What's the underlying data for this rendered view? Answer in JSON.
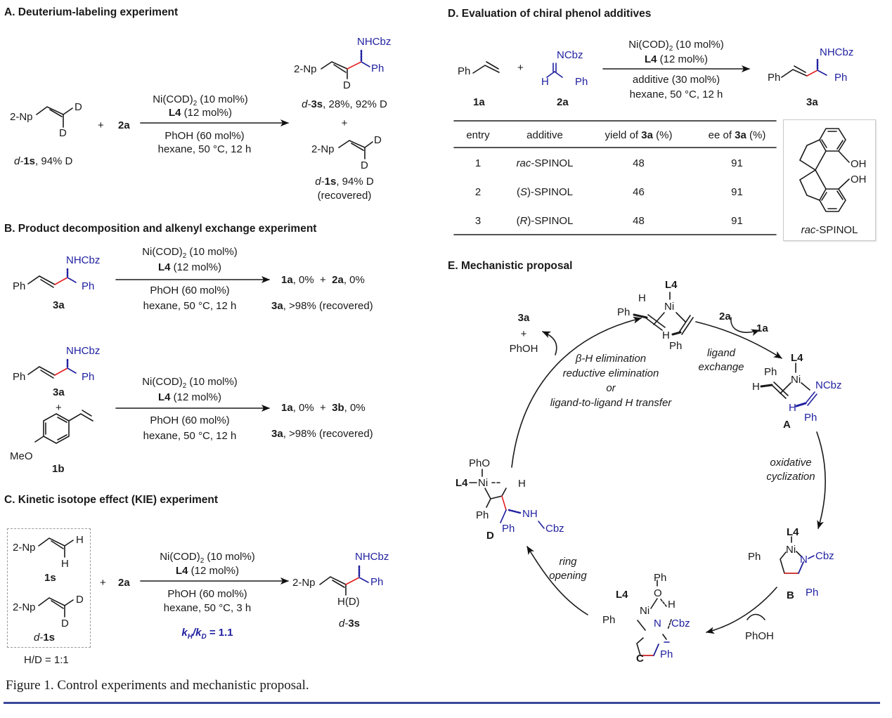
{
  "figure": {
    "caption_label": "Figure 1.",
    "caption_text": " Control experiments and mechanistic proposal.",
    "colors": {
      "new_bond": "#e52020",
      "imine_fragment": "#1f1fa0",
      "caption_rule": "#3a4a9a"
    }
  },
  "sectionA": {
    "title": "A. Deuterium-labeling experiment",
    "substrate": {
      "group": "2-Np",
      "label_d": "d-",
      "label": "1s",
      "note": ", 94% D",
      "D1": "D",
      "D2": "D"
    },
    "plus": "+",
    "reagent": "2a",
    "cond": {
      "line1": "Ni(COD)",
      "line1_sub": "2",
      "line1_tail": " (10 mol%)",
      "line2_b": "L4",
      "line2": " (12 mol%)",
      "line3": "PhOH (60 mol%)",
      "line4": "hexane, 50 °C, 12 h"
    },
    "product": {
      "group": "2-Np",
      "amine": "NHCbz",
      "ph": "Ph",
      "D": "D",
      "label_d": "d-",
      "label": "3s",
      "note": ", 28%, 92% D"
    },
    "plus2": "+",
    "recovered": {
      "group": "2-Np",
      "D1": "D",
      "D2": "D",
      "label_d": "d-",
      "label": "1s",
      "note": ", 94% D",
      "note2": "(recovered)"
    }
  },
  "sectionB": {
    "title": "B. Product decomposition and alkenyl exchange experiment",
    "rxn1": {
      "substrate": {
        "ph1": "Ph",
        "amine": "NHCbz",
        "ph2": "Ph",
        "label": "3a"
      },
      "cond": {
        "line1": "Ni(COD)",
        "line1_sub": "2",
        "line1_tail": " (10 mol%)",
        "line2_b": "L4",
        "line2": " (12 mol%)",
        "line3": "PhOH (60 mol%)",
        "line4": "hexane, 50 °C, 12 h"
      },
      "result1_a": "1a",
      "result1_a_val": ", 0%  +  ",
      "result1_b": "2a",
      "result1_b_val": ", 0%",
      "result2_a": "3a",
      "result2_val": ", >98% (recovered)"
    },
    "rxn2": {
      "substrate": {
        "ph1": "Ph",
        "amine": "NHCbz",
        "ph2": "Ph",
        "label": "3a"
      },
      "plus": "+",
      "styrene": {
        "meo": "MeO",
        "label": "1b"
      },
      "cond": {
        "line1": "Ni(COD)",
        "line1_sub": "2",
        "line1_tail": " (10 mol%)",
        "line2_b": "L4",
        "line2": " (12 mol%)",
        "line3": "PhOH (60 mol%)",
        "line4": "hexane, 50 °C, 12 h"
      },
      "result1_a": "1a",
      "result1_a_val": ", 0%  +  ",
      "result1_b": "3b",
      "result1_b_val": ", 0%",
      "result2_a": "3a",
      "result2_val": ", >98% (recovered)"
    }
  },
  "sectionC": {
    "title": "C. Kinetic isotope effect (KIE) experiment",
    "sub1": {
      "group": "2-Np",
      "H1": "H",
      "H2": "H",
      "label": "1s"
    },
    "sub2": {
      "group": "2-Np",
      "D1": "D",
      "D2": "D",
      "label_d": "d-",
      "label": "1s"
    },
    "ratio": "H/D = 1:1",
    "plus": "+",
    "reagent": "2a",
    "cond": {
      "line1": "Ni(COD)",
      "line1_sub": "2",
      "line1_tail": " (10 mol%)",
      "line2_b": "L4",
      "line2": " (12 mol%)",
      "line3": "PhOH (60 mol%)",
      "line4": "hexane, 50 °C, 3 h"
    },
    "kie": {
      "kH": "k",
      "kH_sub": "H",
      "slash": "/",
      "kD": "k",
      "kD_sub": "D",
      "value": " = 1.1"
    },
    "product": {
      "group": "2-Np",
      "amine": "NHCbz",
      "ph": "Ph",
      "hd": "H(D)",
      "label_d": "d-",
      "label": "3s"
    }
  },
  "sectionD": {
    "title": "D. Evaluation of chiral phenol additives",
    "alkene": {
      "ph": "Ph",
      "label": "1a"
    },
    "plus": "+",
    "imine": {
      "n": "NCbz",
      "h": "H",
      "ph": "Ph",
      "label": "2a"
    },
    "cond": {
      "line1": "Ni(COD)",
      "line1_sub": "2",
      "line1_tail": " (10 mol%)",
      "line2_b": "L4",
      "line2": " (12 mol%)",
      "line3": "additive (30 mol%)",
      "line4": "hexane, 50 °C, 12 h"
    },
    "product": {
      "ph1": "Ph",
      "amine": "NHCbz",
      "ph2": "Ph",
      "label": "3a"
    },
    "table": {
      "headers": {
        "entry": "entry",
        "additive": "additive",
        "yield_pre": "yield of ",
        "yield_b": "3a",
        "yield_post": " (%)",
        "ee_pre": "ee of ",
        "ee_b": "3a",
        "ee_post": " (%)"
      },
      "rows": [
        {
          "entry": "1",
          "additive_pre": "",
          "additive_i": "rac",
          "additive_post": "-SPINOL",
          "yield": "48",
          "ee": "91"
        },
        {
          "entry": "2",
          "additive_pre": "(",
          "additive_i": "S",
          "additive_post": ")-SPINOL",
          "yield": "46",
          "ee": "91"
        },
        {
          "entry": "3",
          "additive_pre": "(",
          "additive_i": "R",
          "additive_post": ")-SPINOL",
          "yield": "48",
          "ee": "91"
        }
      ]
    },
    "spinol": {
      "oh1": "OH",
      "oh2": "OH",
      "label_i": "rac",
      "label": "-SPINOL"
    }
  },
  "sectionE": {
    "title": "E. Mechanistic proposal",
    "top_complex": {
      "L4": "L4",
      "Ni": "Ni",
      "Ph1": "Ph",
      "H1": "H",
      "H2": "H",
      "Ph2": "Ph"
    },
    "release": {
      "p1": "3a",
      "plus": "+",
      "p2": "PhOH"
    },
    "step_incoming": "2a",
    "step_outgoing": "1a",
    "step_ligand_exchange": [
      "ligand",
      "exchange"
    ],
    "step_left": [
      "β-H elimination",
      "reductive elimination",
      "or",
      "ligand-to-ligand H transfer"
    ],
    "intA": {
      "L4": "L4",
      "Ni": "Ni",
      "Ph": "Ph",
      "H": "H",
      "NCbz": "NCbz",
      "Hb": "H",
      "Phb": "Ph",
      "label": "A"
    },
    "step_oxidative": [
      "oxidative",
      "cyclization"
    ],
    "intB": {
      "L4": "L4",
      "Ni": "Ni",
      "Ph": "Ph",
      "N": "N",
      "Cbz": "Cbz",
      "Phb": "Ph",
      "label": "B"
    },
    "step_phoh": "PhOH",
    "intC": {
      "L4": "L4",
      "Ni": "Ni",
      "Ph_top": "Ph",
      "O": "O",
      "H": "H",
      "Ph": "Ph",
      "N": "N",
      "Cbz": "Cbz",
      "Phb": "Ph",
      "label": "C"
    },
    "step_ring": [
      "ring",
      "opening"
    ],
    "intD": {
      "PhO": "PhO",
      "L4": "L4",
      "Ni": "Ni",
      "H": "H",
      "Ph": "Ph",
      "NH": "NH",
      "Cbz": "Cbz",
      "Phb": "Ph",
      "label": "D"
    }
  }
}
